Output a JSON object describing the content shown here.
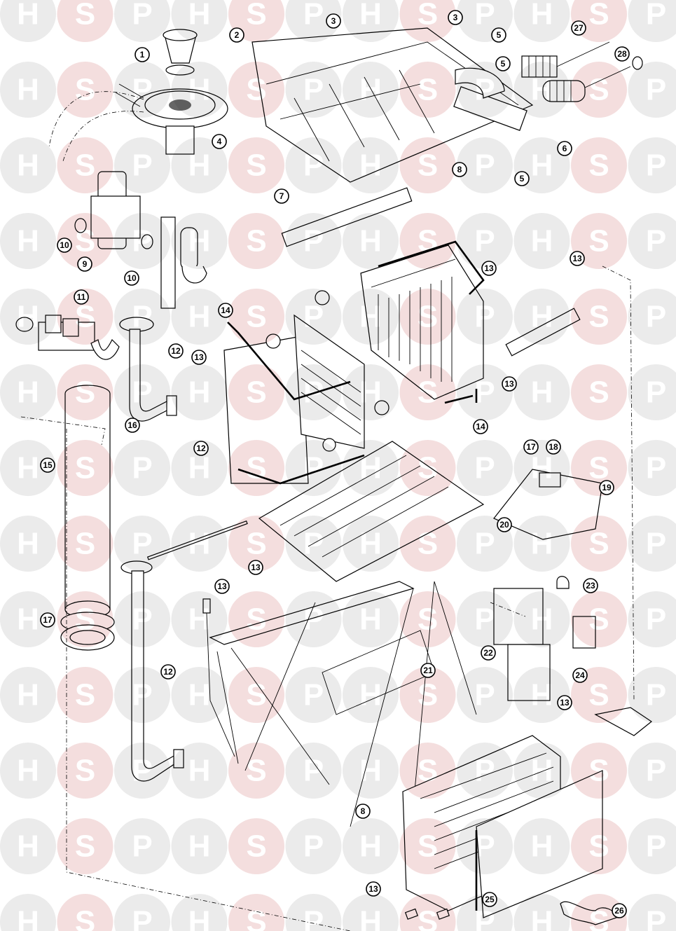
{
  "diagram": {
    "watermark": {
      "letters": [
        "H",
        "S",
        "P"
      ],
      "colors": {
        "gray": "#ebebeb",
        "pink": "#f4dede"
      }
    },
    "callouts": [
      "1",
      "2",
      "3",
      "3",
      "5",
      "5",
      "27",
      "28",
      "6",
      "5",
      "4",
      "7",
      "8",
      "10",
      "9",
      "10",
      "13",
      "13",
      "11",
      "14",
      "12",
      "13",
      "13",
      "16",
      "15",
      "12",
      "14",
      "17",
      "18",
      "19",
      "20",
      "13",
      "13",
      "23",
      "17",
      "22",
      "24",
      "21",
      "12",
      "13",
      "8",
      "13",
      "25",
      "26"
    ]
  }
}
